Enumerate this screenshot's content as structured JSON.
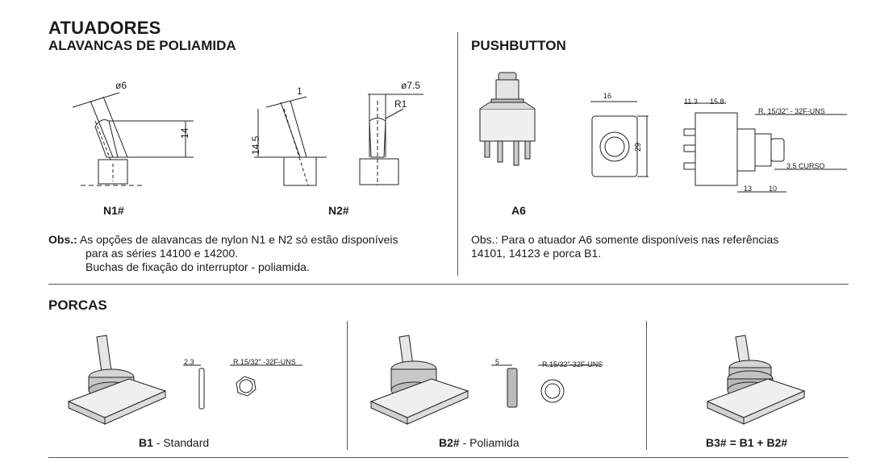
{
  "section_atuadores": {
    "title": "ATUADORES",
    "subtitle": "ALAVANCAS DE POLIAMIDA",
    "n1": {
      "code": "N1#",
      "dia": "ø6",
      "height": "14"
    },
    "n2": {
      "code": "N2#",
      "dim_top": "1",
      "dia": "ø7.5",
      "radius": "R1",
      "height": "14.5"
    },
    "obs_label": "Obs.:",
    "obs_line1": " As opções de alavancas de nylon N1 e N2 só estão disponíveis",
    "obs_line2": "para as séries 14100 e 14200.",
    "obs_line3": "Buchas de fixação do interruptor - poliamida."
  },
  "section_pushbutton": {
    "title": "PUSHBUTTON",
    "a6": {
      "code": "A6",
      "w16": "16",
      "h29": "29",
      "d113": "11.3",
      "d158": "15.8",
      "thread": "R. 15/32\" - 32F-UNS",
      "curso": "3.5 CURSO",
      "d13": "13",
      "d10": "10"
    },
    "obs_line1": "Obs.: Para o atuador  A6 somente disponíveis nas referências",
    "obs_line2": "14101, 14123 e porca B1."
  },
  "section_porcas": {
    "title": "PORCAS",
    "b1": {
      "code": "B1",
      "desc": " - Standard",
      "thick": "2.3",
      "thread": "R.15/32\" -32F-UNS"
    },
    "b2": {
      "code": "B2#",
      "desc": " - Poliamida",
      "thick": "5",
      "thread": "R.15/32\"-32F-UNS"
    },
    "b3": {
      "code": "B3# = B1 + B2#"
    }
  }
}
